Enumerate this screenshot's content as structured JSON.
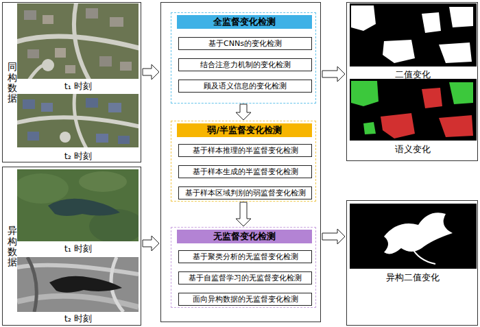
{
  "diagram": {
    "nodes": [
      {
        "text": [
          "同构数据",
          "t₁ 时刻",
          "t₂ 时刻"
        ]
      },
      {
        "text": [
          "异构数据",
          "t₁ 时刻",
          "t₂ 时刻"
        ]
      },
      {
        "text": []
      },
      {
        "text": [
          "全监督变化检测"
        ],
        "in": 2
      },
      {
        "text": [
          "基于CNNs的变化检测"
        ],
        "in": 3
      },
      {
        "text": [
          "结合注意力机制的变化检测"
        ],
        "in": 3
      },
      {
        "text": [
          "顾及语义信息的变化检测"
        ],
        "in": 3
      },
      {
        "text": [
          "弱/半监督变化检测"
        ],
        "in": 2
      },
      {
        "text": [
          "基于样本推理的半监督变化检测"
        ],
        "in": 7
      },
      {
        "text": [
          "基于样本生成的半监督变化检测"
        ],
        "in": 7
      },
      {
        "text": [
          "基于样本区域判别的弱监督变化检测"
        ],
        "in": 7
      },
      {
        "text": [
          "无监督变化检测"
        ],
        "in": 2
      },
      {
        "text": [
          "基于聚类分析的无监督变化检测"
        ],
        "in": 11
      },
      {
        "text": [
          "基于自监督学习的无监督变化检测"
        ],
        "in": 11
      },
      {
        "text": [
          "面向异构数据的无监督变化检测"
        ],
        "in": 11
      },
      {
        "text": [
          "二值变化",
          "语义变化"
        ]
      },
      {
        "text": [
          "异构二值变化"
        ]
      }
    ],
    "edges": [
      {
        "from": 0,
        "to": 2,
        "arrow": "to"
      },
      {
        "from": 1,
        "to": 2,
        "arrow": "to"
      },
      {
        "from": 3,
        "to": 7,
        "arrow": "to"
      },
      {
        "from": 7,
        "to": 11,
        "arrow": "to"
      },
      {
        "from": 2,
        "to": 15,
        "arrow": "to"
      },
      {
        "from": 2,
        "to": 16,
        "arrow": "to"
      }
    ]
  }
}
